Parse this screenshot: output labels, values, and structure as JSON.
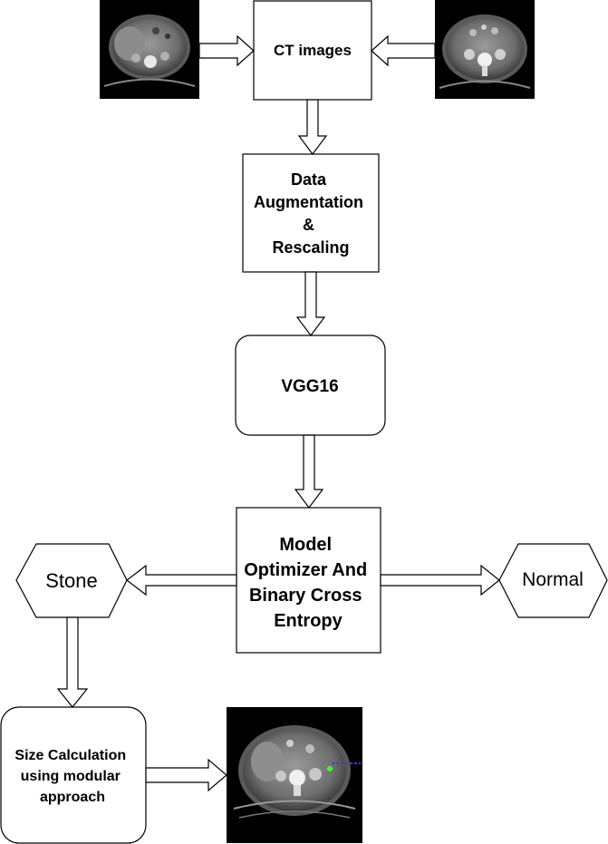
{
  "nodes": {
    "ct_images": {
      "label": "CT images"
    },
    "augmentation": {
      "lines": [
        "Data",
        "Augmentation",
        "&",
        "Rescaling"
      ]
    },
    "vgg16": {
      "label": "VGG16"
    },
    "model": {
      "lines": [
        "Model",
        "Optimizer And",
        "Binary Cross",
        "Entropy"
      ]
    },
    "stone": {
      "label": "Stone"
    },
    "normal": {
      "label": "Normal"
    },
    "size_calc": {
      "lines": [
        "Size Calculation",
        "using modular",
        "approach"
      ]
    }
  },
  "images": {
    "ct_left": {
      "kind": "ct-scan"
    },
    "ct_right": {
      "kind": "ct-scan"
    },
    "ct_result": {
      "kind": "ct-scan-with-detection"
    }
  },
  "colors": {
    "stroke": "#000000",
    "fill": "#ffffff",
    "scan_bg": "#000000",
    "detection": "#3aff3a",
    "detection_label": "#3b3bd6"
  }
}
